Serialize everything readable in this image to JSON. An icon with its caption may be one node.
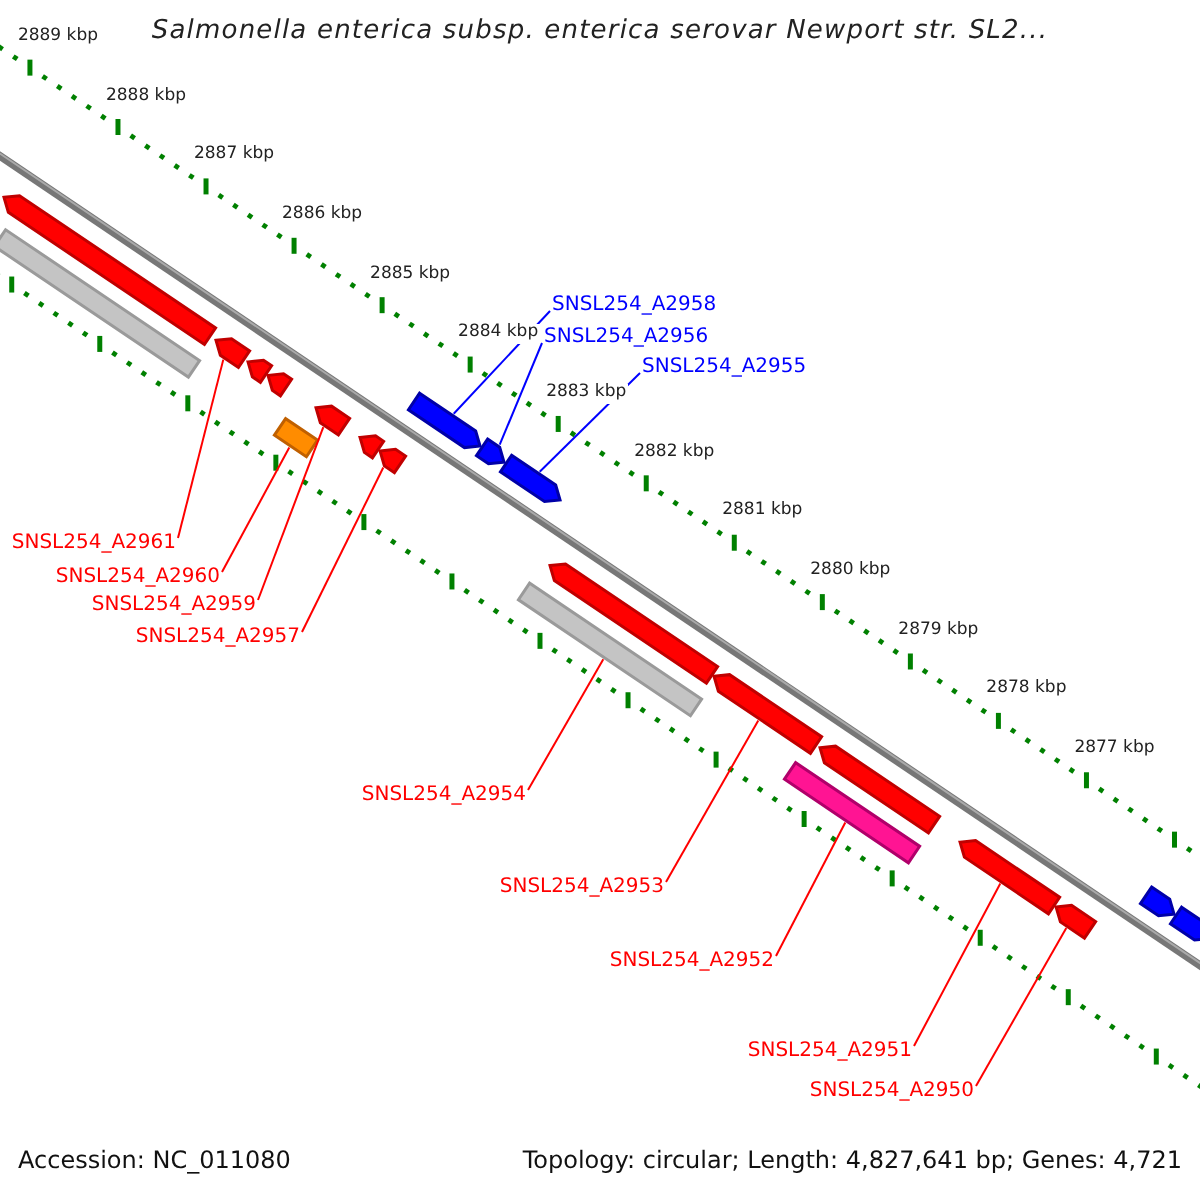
{
  "diagram": {
    "title": "Salmonella enterica subsp. enterica serovar Newport str. SL2...",
    "nodes": [
      {
        "text": [
          "SNSL254_A2958"
        ]
      },
      {
        "text": [
          "SNSL254_A2956"
        ]
      },
      {
        "text": [
          "SNSL254_A2955"
        ]
      },
      {
        "text": [
          "SNSL254_A2961"
        ]
      },
      {
        "text": [
          "SNSL254_A2960"
        ]
      },
      {
        "text": [
          "SNSL254_A2959"
        ]
      },
      {
        "text": [
          "SNSL254_A2957"
        ]
      },
      {
        "text": [
          "SNSL254_A2954"
        ]
      },
      {
        "text": [
          "SNSL254_A2953"
        ]
      },
      {
        "text": [
          "SNSL254_A2952"
        ]
      },
      {
        "text": [
          "SNSL254_A2951"
        ]
      },
      {
        "text": [
          "SNSL254_A2950"
        ]
      },
      {
        "text": [],
        "shape": "bar"
      },
      {
        "text": [],
        "shape": "arrow"
      },
      {
        "text": [],
        "shape": "arrow"
      },
      {
        "text": [],
        "shape": "arrow"
      },
      {
        "text": [],
        "shape": "arrow"
      },
      {
        "text": [],
        "shape": "box"
      },
      {
        "text": [],
        "shape": "arrow"
      },
      {
        "text": [],
        "shape": "arrow"
      },
      {
        "text": [],
        "shape": "arrow"
      },
      {
        "text": [],
        "shape": "arrow"
      },
      {
        "text": [],
        "shape": "arrow"
      },
      {
        "text": [],
        "shape": "arrow"
      },
      {
        "text": [],
        "shape": "bar"
      },
      {
        "text": [],
        "shape": "arrow"
      },
      {
        "text": [],
        "shape": "arrow"
      },
      {
        "text": [],
        "shape": "bar"
      },
      {
        "text": [],
        "shape": "arrow"
      },
      {
        "text": [],
        "shape": "arrow"
      },
      {
        "text": [],
        "shape": "arrow"
      },
      {
        "text": [],
        "shape": "arrow"
      },
      {
        "text": [],
        "shape": "arrow"
      }
    ],
    "edges": [
      {
        "from": 0,
        "to": 21,
        "arrow": "none",
        "color": "#0000ff"
      },
      {
        "from": 1,
        "to": 22,
        "arrow": "none",
        "color": "#0000ff"
      },
      {
        "from": 2,
        "to": 23,
        "arrow": "none",
        "color": "#0000ff"
      },
      {
        "from": 3,
        "to": 14,
        "arrow": "none"
      },
      {
        "from": 4,
        "to": 17,
        "arrow": "none"
      },
      {
        "from": 5,
        "to": 18,
        "arrow": "none"
      },
      {
        "from": 6,
        "to": 20,
        "arrow": "none"
      },
      {
        "from": 7,
        "to": 24,
        "arrow": "none"
      },
      {
        "from": 8,
        "to": 26,
        "arrow": "none"
      },
      {
        "from": 9,
        "to": 27,
        "arrow": "none"
      },
      {
        "from": 10,
        "to": 29,
        "arrow": "none"
      },
      {
        "from": 11,
        "to": 30,
        "arrow": "none"
      }
    ],
    "labels": [
      "2889 kbp",
      "2888 kbp",
      "2887 kbp",
      "2886 kbp",
      "2885 kbp",
      "2884 kbp",
      "2883 kbp",
      "2882 kbp",
      "2881 kbp",
      "2880 kbp",
      "2879 kbp",
      "2878 kbp",
      "2877 kbp",
      "Accession: NC_011080",
      "Topology: circular; Length: 4,827,641 bp; Genes: 4,721"
    ]
  }
}
